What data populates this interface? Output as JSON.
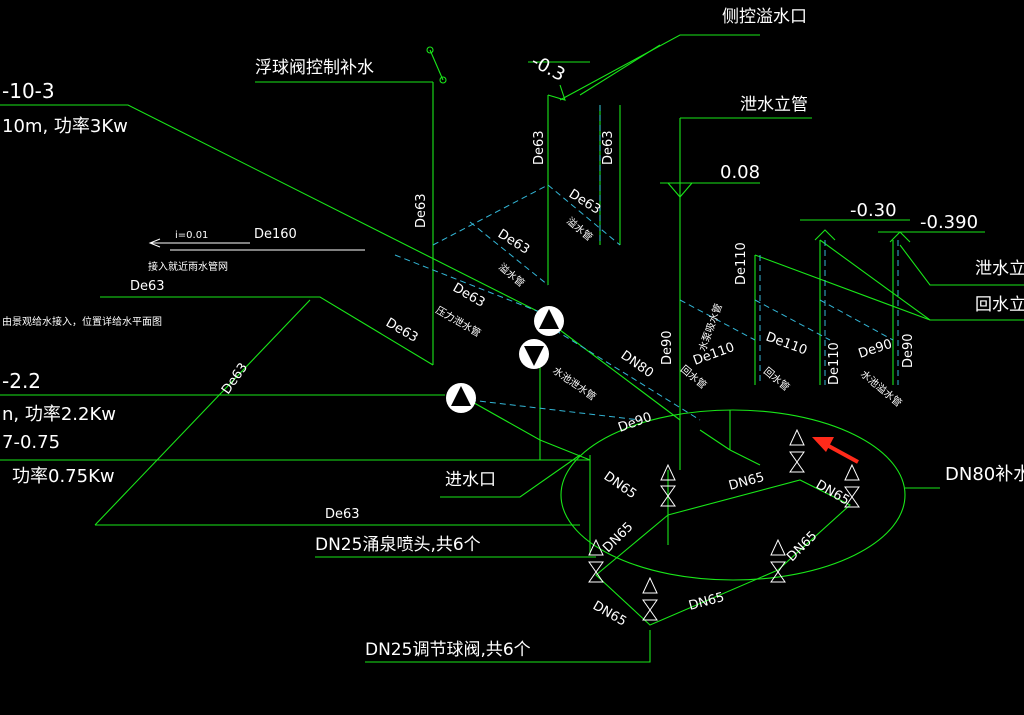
{
  "labels": {
    "side_overflow": "侧控溢水口",
    "float_valve": "浮球阀控制补水",
    "pump_top_a": "-10-3",
    "pump_top_b": "10m, 功率3Kw",
    "pump_mid_a": "-2.2",
    "pump_mid_b": "n, 功率2.2Kw",
    "pump_low_a": "7-0.75",
    "pump_low_b": "功率0.75Kw",
    "elev_m03": "-0.3",
    "elev_008": "0.08",
    "elev_m030": "-0.30",
    "elev_m0390": "-0.390",
    "drain_riser_top": "泄水立管",
    "drain_riser_right": "泄水立",
    "return_riser_right": "回水立",
    "slope": "i=0.01",
    "de160": "De160",
    "to_rain_pipe": "接入就近雨水管网",
    "from_landscape": "由景观给水接入，位置详给水平面图",
    "inlet": "进水口",
    "dn80_makeup": "DN80补水",
    "dn25_nozzle": "DN25涌泉喷头,共6个",
    "dn25_valve": "DN25调节球阀,共6个",
    "overflow_pipe": "溢水管",
    "pressure_drain": "压力泄水管",
    "pool_drain": "水池泄水管",
    "pump_suction": "水泵吸水管",
    "return_pipe": "回水管",
    "pool_overflow": "水池溢水管"
  },
  "pipes": {
    "de63": "De63",
    "de110": "De110",
    "de90": "De90",
    "dn80": "DN80",
    "dn65": "DN65"
  },
  "colors": {
    "background": "#000000",
    "line": "#19e619",
    "dashed": "#33b6d6",
    "text": "#ffffff",
    "arrow": "#ff2a1a"
  }
}
